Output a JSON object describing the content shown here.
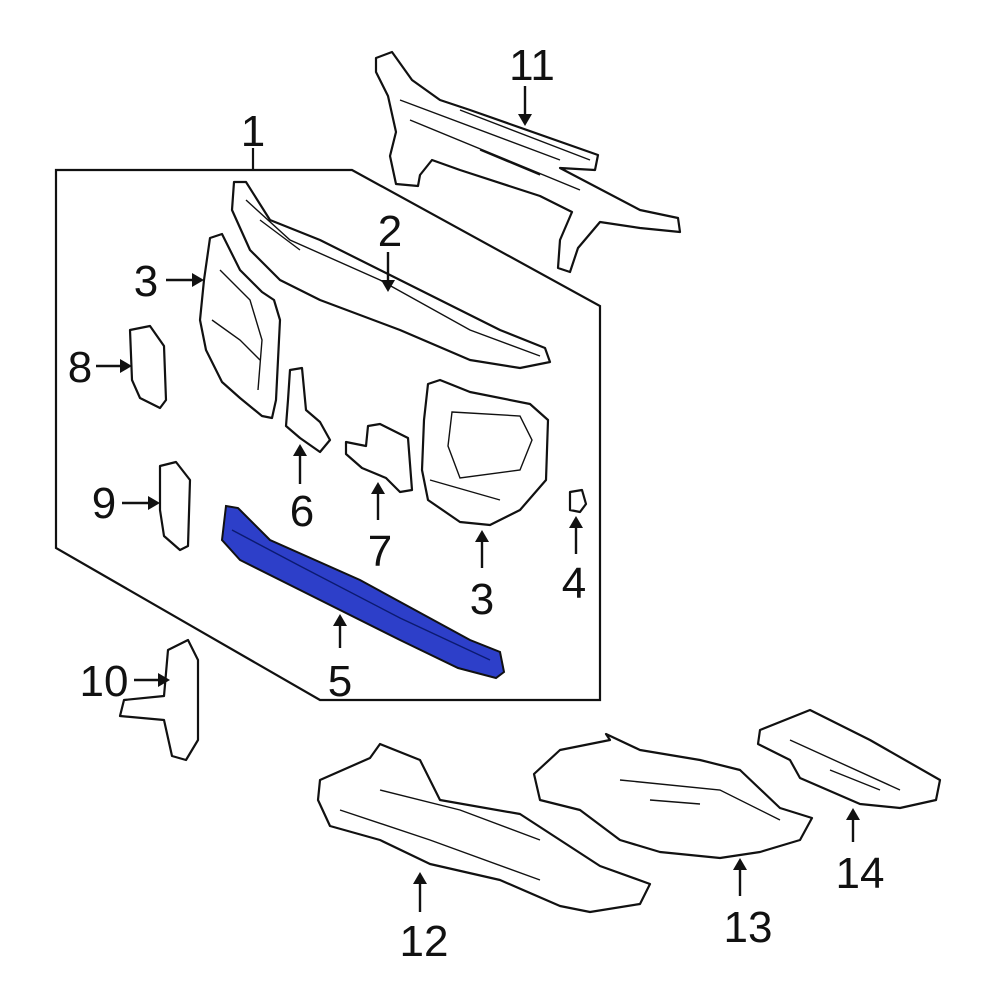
{
  "callouts": [
    {
      "id": "1",
      "label": "1"
    },
    {
      "id": "2",
      "label": "2"
    },
    {
      "id": "3a",
      "label": "3"
    },
    {
      "id": "3b",
      "label": "3"
    },
    {
      "id": "4",
      "label": "4"
    },
    {
      "id": "5",
      "label": "5"
    },
    {
      "id": "6",
      "label": "6"
    },
    {
      "id": "7",
      "label": "7"
    },
    {
      "id": "8",
      "label": "8"
    },
    {
      "id": "9",
      "label": "9"
    },
    {
      "id": "10",
      "label": "10"
    },
    {
      "id": "11",
      "label": "11"
    },
    {
      "id": "12",
      "label": "12"
    },
    {
      "id": "13",
      "label": "13"
    },
    {
      "id": "14",
      "label": "14"
    }
  ],
  "colors": {
    "highlight_part": "#2d3fc9",
    "line": "#111111",
    "background": "#ffffff"
  },
  "highlighted_part_callout": "5"
}
